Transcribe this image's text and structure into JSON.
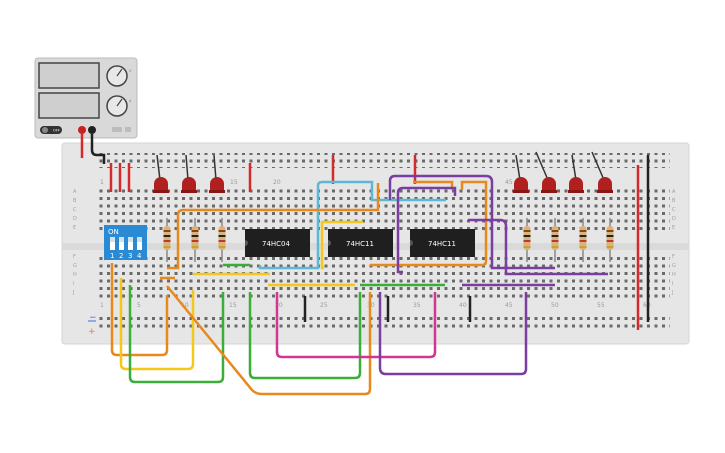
{
  "breadboard": {
    "column_numbers": [
      "1",
      "5",
      "10",
      "15",
      "20",
      "25",
      "30",
      "35",
      "40",
      "45",
      "50",
      "55",
      "60"
    ],
    "row_letters_top": [
      "A",
      "B",
      "C",
      "D",
      "E"
    ],
    "row_letters_bottom": [
      "F",
      "G",
      "H",
      "I",
      "J"
    ],
    "rail_minus": "−",
    "rail_plus": "+"
  },
  "chips": [
    {
      "label": "74HC04"
    },
    {
      "label": "74HC11"
    },
    {
      "label": "74HC11"
    }
  ],
  "dip_switch": {
    "on_label": "ON",
    "numbers": [
      "1",
      "2",
      "3",
      "4"
    ]
  },
  "power_supply": {
    "knob_label_1": "V",
    "knob_label_2": "A",
    "button_label": "OFF"
  },
  "colors": {
    "board": "#e6e6e6",
    "wire_orange": "#e8891c",
    "wire_yellow": "#f2c81b",
    "wire_green": "#3aad3a",
    "wire_magenta": "#d43594",
    "wire_purple": "#7a3ea0",
    "wire_cyan": "#5db8d6",
    "wire_red": "#d42a2a",
    "wire_black": "#222222",
    "led_red": "#b0201e",
    "dip_blue": "#2a8ad4"
  }
}
